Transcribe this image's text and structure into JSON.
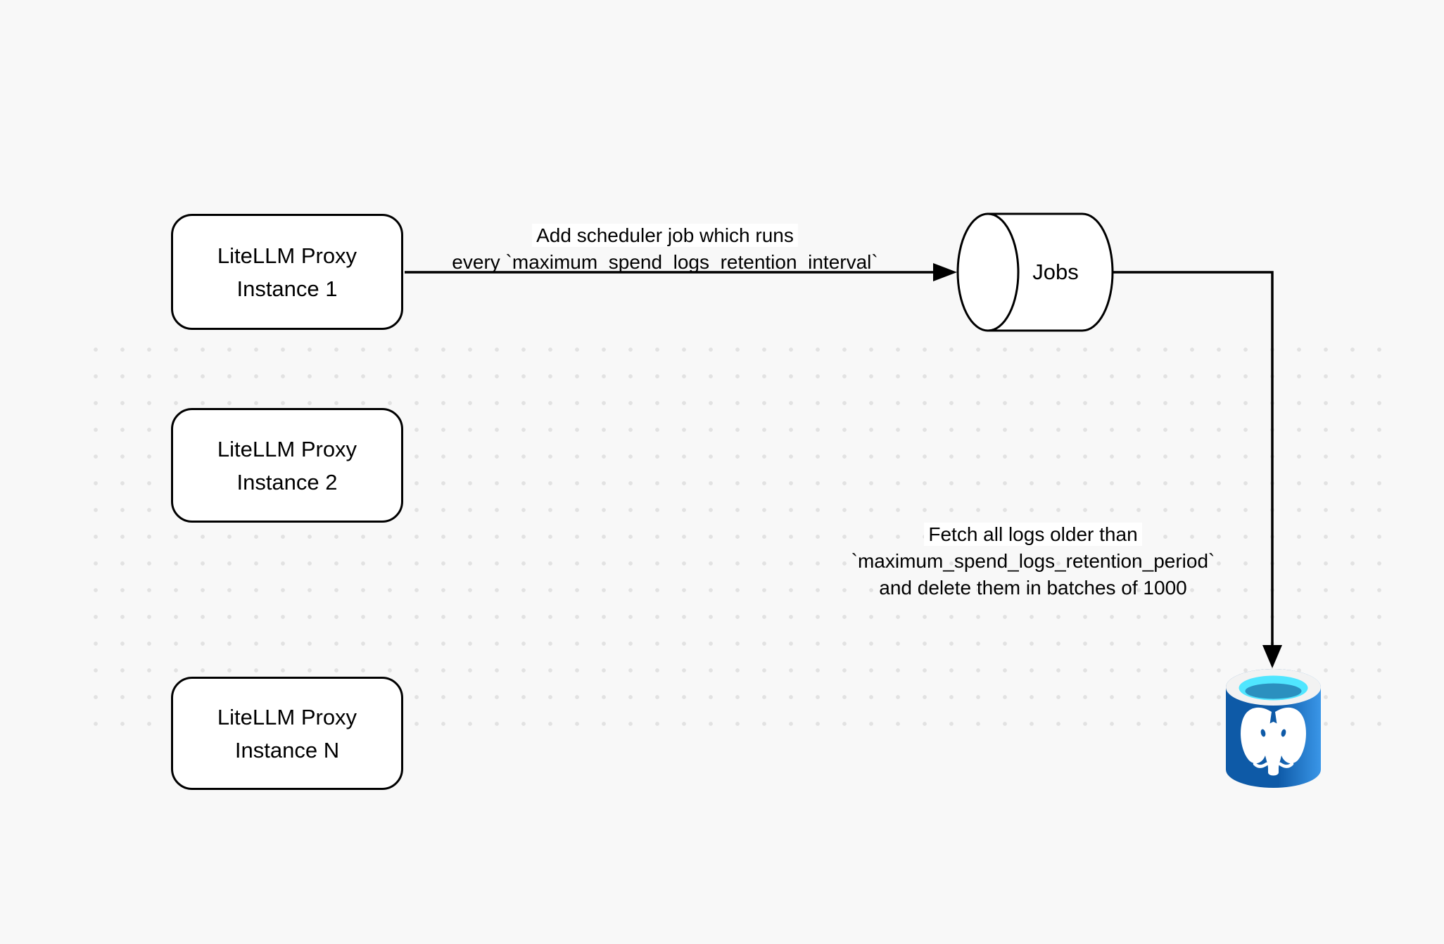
{
  "colors": {
    "background": "#f8f8f8",
    "stroke": "#000000",
    "shape_fill": "#ffffff",
    "dot_grid": "#e2e2e2",
    "pg_body_dark": "#0e5aa7",
    "pg_body_light": "#3a96e8",
    "pg_ring": "#f2f2f2",
    "pg_opening_cyan": "#50e6ff",
    "pg_opening_deep": "#2b90bf",
    "pg_elephant": "#ffffff"
  },
  "diagram": {
    "nodes": {
      "proxy1": {
        "line1": "LiteLLM Proxy",
        "line2": "Instance 1"
      },
      "proxy2": {
        "line1": "LiteLLM Proxy",
        "line2": "Instance 2"
      },
      "proxyN": {
        "line1": "LiteLLM Proxy",
        "line2": "Instance N"
      },
      "jobs_queue": {
        "label": "Jobs"
      }
    },
    "edge_labels": {
      "scheduler": {
        "line1": "Add scheduler job which runs",
        "line2": "every `maximum_spend_logs_retention_interval`"
      },
      "fetch": {
        "line1": "Fetch all logs older than",
        "line2": "`maximum_spend_logs_retention_period`",
        "line3": "and delete them in batches of 1000"
      }
    },
    "icons": {
      "postgres": "postgresql-database-icon",
      "jobs_shape": "queue-cylinder-shape"
    }
  }
}
